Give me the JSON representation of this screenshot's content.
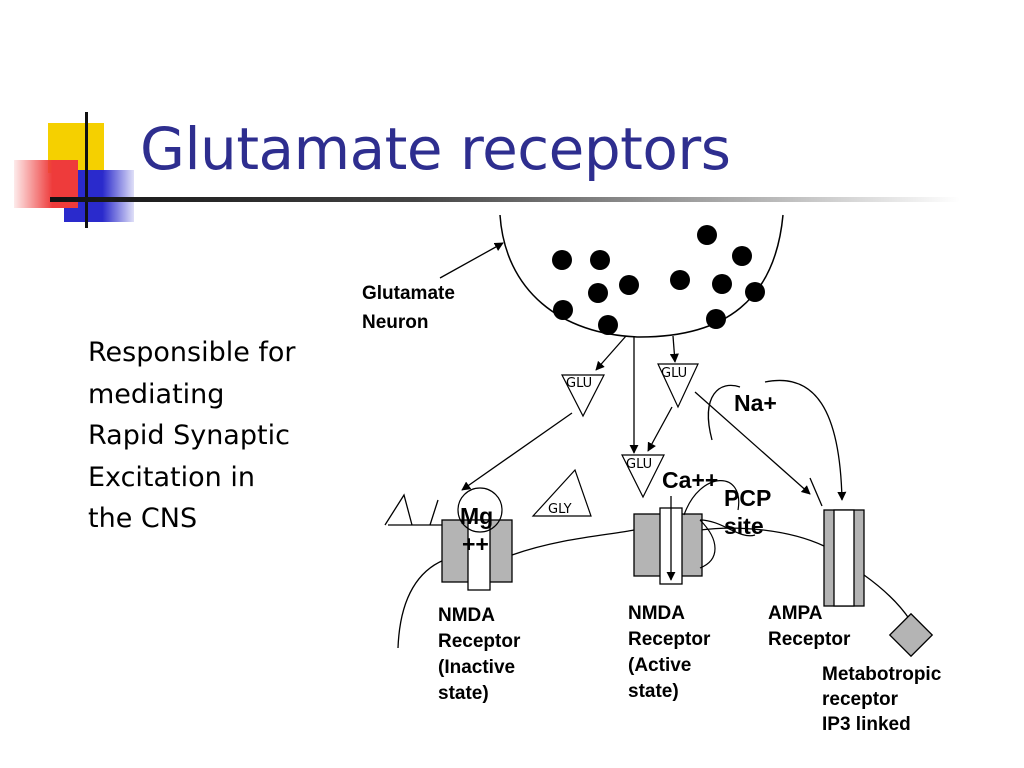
{
  "slide": {
    "title": "Glutamate receptors",
    "bullet_lines": [
      "Responsible for",
      "mediating",
      "Rapid Synaptic",
      "Excitation in",
      "the CNS"
    ]
  },
  "diagram": {
    "neuron_label": [
      "Glutamate",
      "Neuron"
    ],
    "glu": "GLU",
    "gly": "GLY",
    "mg": [
      "Mg",
      "++"
    ],
    "na": "Na+",
    "ca": "Ca++",
    "pcp": [
      "PCP",
      "site"
    ],
    "nmda_inactive": [
      "NMDA",
      "Receptor",
      "(Inactive",
      "state)"
    ],
    "nmda_active": [
      "NMDA",
      "Receptor",
      "(Active",
      "state)"
    ],
    "ampa": [
      "AMPA",
      "Receptor"
    ],
    "metabotropic": [
      "Metabotropic",
      "receptor",
      "IP3 linked"
    ]
  },
  "colors": {
    "title": "#2e2e8f",
    "deco_yellow": "#f5d000",
    "deco_red": "#ee3b3b",
    "deco_blue": "#2a2acc",
    "receptor_gray": "#b4b4b4"
  }
}
